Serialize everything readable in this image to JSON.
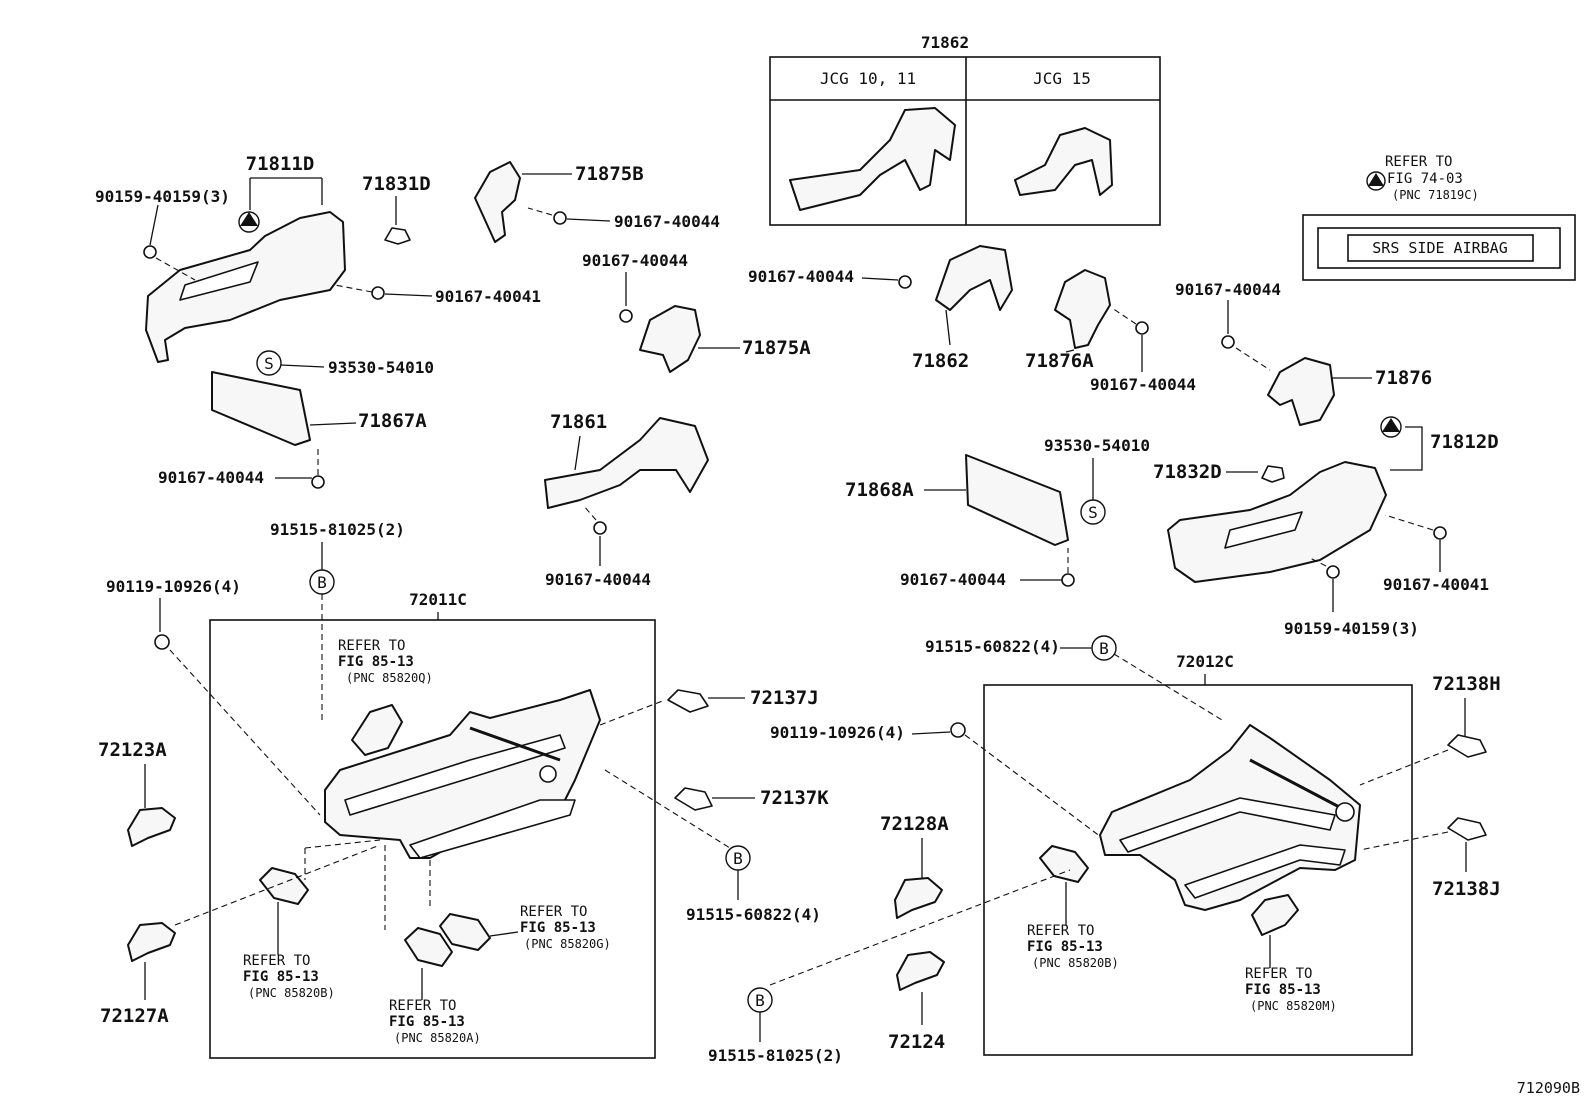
{
  "labels": {
    "l71862_top": "71862",
    "jcg1011": "JCG 10, 11",
    "jcg15": "JCG 15",
    "l71811D": "71811D",
    "l90159_a": "90159-40159(3)",
    "l71831D": "71831D",
    "l71875B": "71875B",
    "l90167_40044_a": "90167-40044",
    "l90167_40041_a": "90167-40041",
    "l90167_40044_b": "90167-40044",
    "l71875A": "71875A",
    "l93530_a": "93530-54010",
    "l71867A": "71867A",
    "l90167_40044_c": "90167-40044",
    "l71861": "71861",
    "l90167_40044_d": "90167-40044",
    "l90167_40044_e": "90167-40044",
    "l71862_mid": "71862",
    "l71876A": "71876A",
    "l90167_40044_f": "90167-40044",
    "l90167_40044_g": "90167-40044",
    "l71876": "71876",
    "l71812D": "71812D",
    "l71832D": "71832D",
    "l93530_b": "93530-54010",
    "l71868A": "71868A",
    "l90167_40044_h": "90167-40044",
    "l90167_40041_b": "90167-40041",
    "l90159_b": "90159-40159(3)",
    "l91515_81025_a": "91515-81025(2)",
    "l90119_a": "90119-10926(4)",
    "l72011C": "72011C",
    "l72137J": "72137J",
    "l72137K": "72137K",
    "l72123A": "72123A",
    "l72127A": "72127A",
    "l91515_60822_a": "91515-60822(4)",
    "l91515_60822_b": "91515-60822(4)",
    "l72012C": "72012C",
    "l90119_b": "90119-10926(4)",
    "l72138H": "72138H",
    "l72138J": "72138J",
    "l72128A": "72128A",
    "l72124": "72124",
    "l91515_81025_b": "91515-81025(2)",
    "airbag_label": "SRS SIDE AIRBAG",
    "figure_id": "712090B",
    "sym_S": "S",
    "sym_B": "B"
  },
  "refer_notes": {
    "refer_to": "REFER TO",
    "top_right": {
      "fig": "FIG 74-03",
      "pnc": "(PNC 71819C)"
    },
    "q": {
      "fig": "FIG 85-13",
      "pnc": "(PNC 85820Q)"
    },
    "b_left": {
      "fig": "FIG 85-13",
      "pnc": "(PNC 85820B)"
    },
    "a": {
      "fig": "FIG 85-13",
      "pnc": "(PNC 85820A)"
    },
    "g": {
      "fig": "FIG 85-13",
      "pnc": "(PNC 85820G)"
    },
    "b_right": {
      "fig": "FIG 85-13",
      "pnc": "(PNC 85820B)"
    },
    "m": {
      "fig": "FIG 85-13",
      "pnc": "(PNC 85820M)"
    }
  }
}
